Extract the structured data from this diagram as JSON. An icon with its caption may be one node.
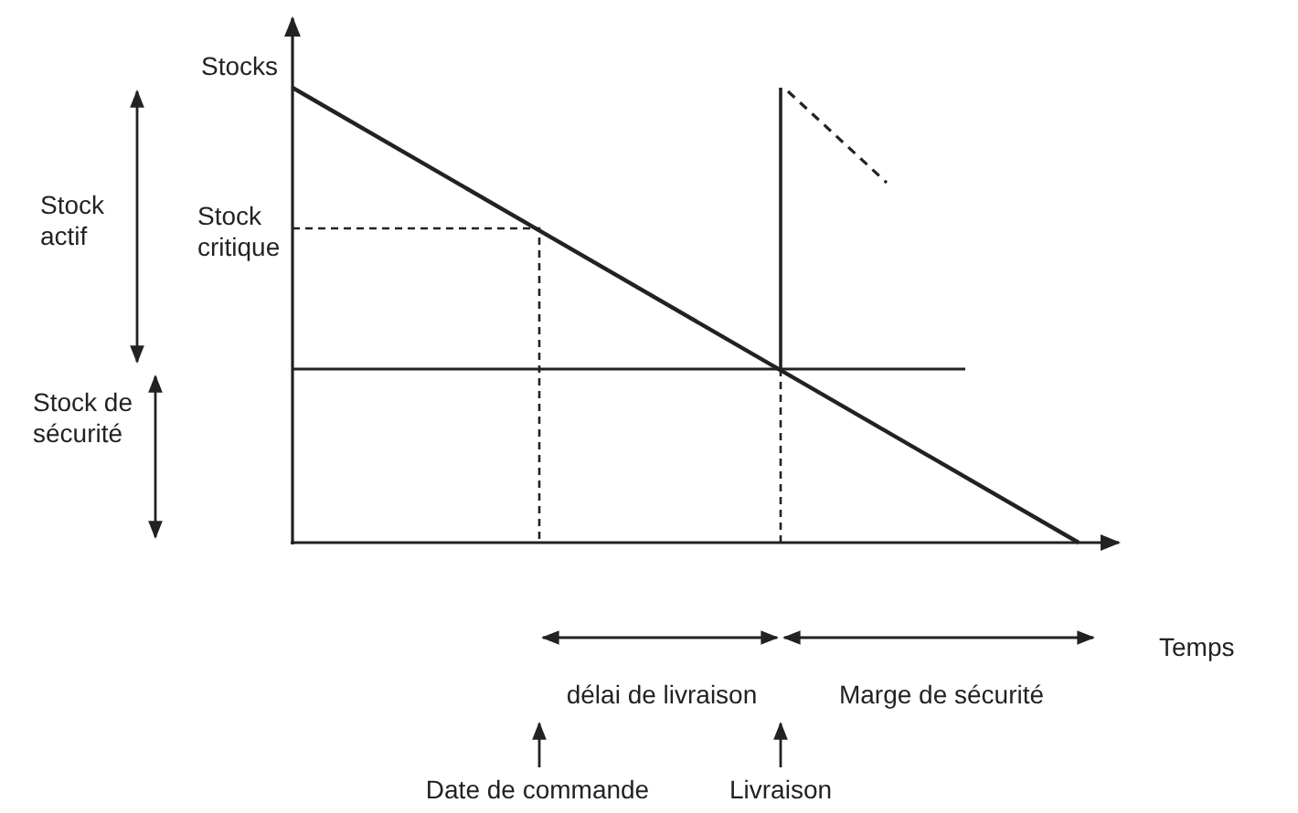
{
  "diagram": {
    "labels": [
      "Stocks",
      "Stock actif",
      "Stock critique",
      "Stock de sécurité",
      "Temps",
      "délai de livraison",
      "Marge de sécurité",
      "Date de commande",
      "Livraison"
    ]
  }
}
